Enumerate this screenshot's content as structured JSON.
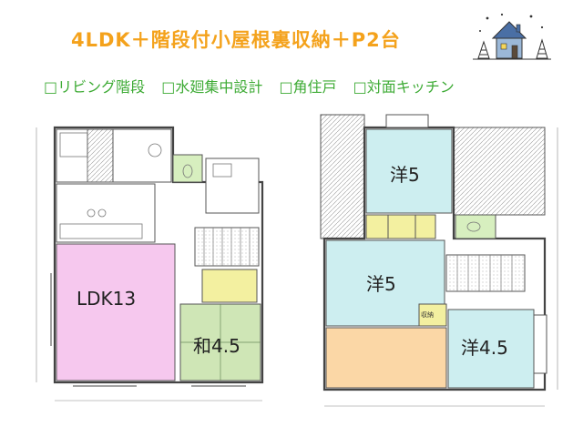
{
  "header": {
    "title": "4LDK＋階段付小屋根裏収納＋P2台",
    "features": [
      "□リビング階段",
      "□水廻集中設計",
      "□角住戸",
      "□対面キッチン"
    ]
  },
  "floor1": {
    "rooms": {
      "ldk": "LDK13",
      "washitsu": "和4.5"
    }
  },
  "floor2": {
    "rooms": {
      "yo5_top": "洋5",
      "yo5_mid": "洋5",
      "yo45": "洋4.5"
    },
    "labels": {
      "closet": "収納"
    }
  },
  "colors": {
    "title": "#f4a21c",
    "features": "#3eab35",
    "ldk": "#f6c8ee",
    "washitsu": "#cfe6b6",
    "yo_room": "#cdeef0",
    "balcony": "#fbd7a6",
    "closet": "#f3f0a0",
    "utility": "#d7efbf"
  }
}
